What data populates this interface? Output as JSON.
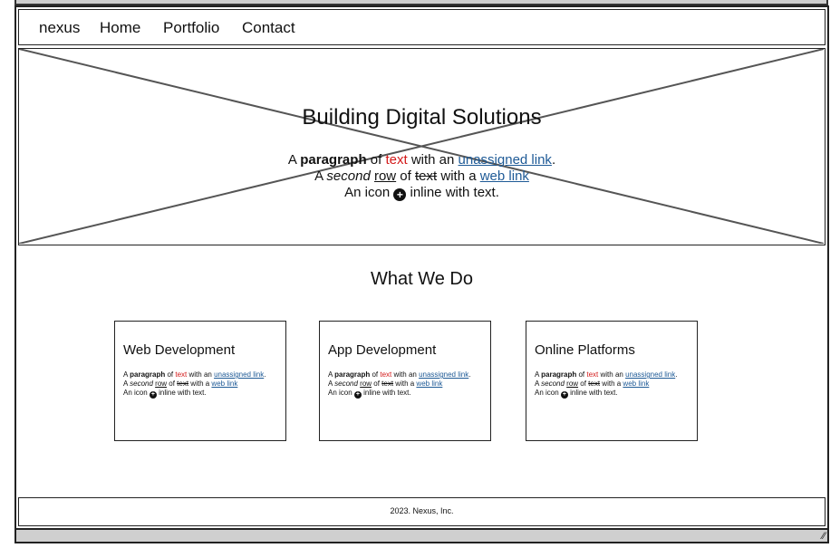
{
  "nav": {
    "brand": "nexus",
    "items": [
      "Home",
      "Portfolio",
      "Contact"
    ]
  },
  "hero": {
    "title": "Building Digital Solutions",
    "line1": {
      "a": "A ",
      "paragraph": "paragraph",
      "of": " of ",
      "text": "text",
      "with": " with an ",
      "link": "unassigned link",
      "end": "."
    },
    "line2": {
      "a": "A ",
      "second": "second",
      "row": "row",
      "of": " of ",
      "text": "text",
      "with": " with a ",
      "link": "web link"
    },
    "line3": {
      "a": "An icon ",
      "b": " inline with text."
    }
  },
  "section": {
    "title": "What We Do"
  },
  "cards": [
    {
      "title": "Web Development"
    },
    {
      "title": "App Development"
    },
    {
      "title": "Online Platforms"
    }
  ],
  "card_text": {
    "line1": {
      "a": "A ",
      "paragraph": "paragraph",
      "of": " of ",
      "text": "text",
      "with": " with an ",
      "link": "unassigned link",
      "end": "."
    },
    "line2": {
      "a": "A ",
      "second": "second",
      "space": " ",
      "row": "row",
      "of": " of ",
      "text": "text",
      "with": " with a ",
      "link": "web link"
    },
    "line3": {
      "a": "An icon ",
      "b": " inline with text."
    }
  },
  "footer": {
    "text": "2023. Nexus, Inc."
  },
  "icons": {
    "plus": "plus-circle-icon",
    "resize": "resize-grip-icon"
  }
}
